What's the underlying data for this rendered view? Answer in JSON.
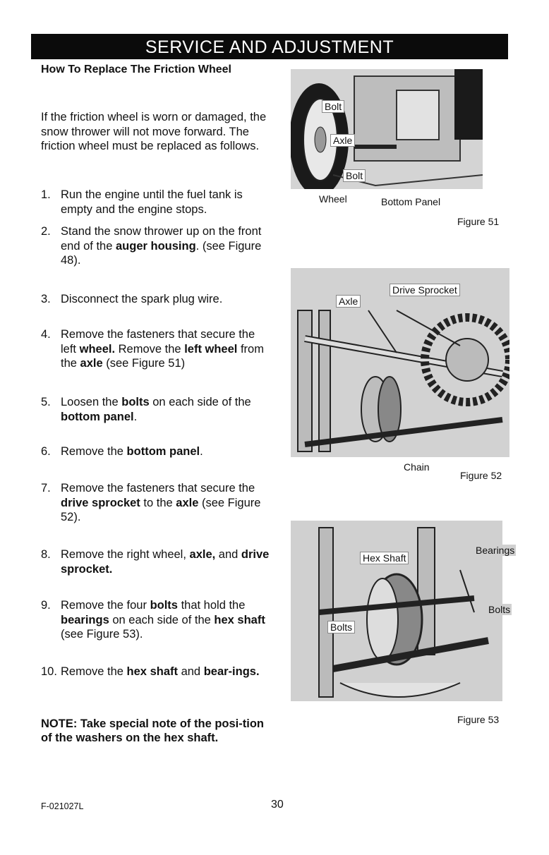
{
  "banner": "SERVICE AND ADJUSTMENT",
  "subhead": "How To Replace The Friction Wheel",
  "intro": "If the friction wheel is worn or damaged, the snow thrower will not move forward. The friction wheel  must be replaced as follows.",
  "steps": [
    {
      "num": "1.",
      "parts": [
        "Run the engine until the fuel tank is empty and the engine stops."
      ]
    },
    {
      "num": "2.",
      "parts": [
        "Stand the snow thrower up on the front end of the ",
        "auger housing",
        ". (see Figure 48)."
      ]
    },
    {
      "num": "3.",
      "parts": [
        "Disconnect the spark plug wire."
      ]
    },
    {
      "num": "4.",
      "parts": [
        "Remove the fasteners that secure the left ",
        "wheel.",
        " Remove the ",
        "left wheel",
        " from the ",
        "axle",
        " (see Figure 51)"
      ]
    },
    {
      "num": "5.",
      "parts": [
        "Loosen the ",
        "bolts",
        " on each side of the ",
        "bottom panel",
        "."
      ]
    },
    {
      "num": "6.",
      "parts": [
        "Remove the ",
        "bottom panel",
        "."
      ]
    },
    {
      "num": "7.",
      "parts": [
        "Remove the fasteners that secure the ",
        "drive sprocket",
        " to the ",
        "axle",
        " (see Figure 52)."
      ]
    },
    {
      "num": "8.",
      "parts": [
        "Remove the right wheel, ",
        "axle,",
        " and ",
        "drive sprocket."
      ]
    },
    {
      "num": "9.",
      "parts": [
        "Remove the four ",
        "bolts",
        " that hold the ",
        "bearings",
        " on each side of the ",
        "hex shaft",
        " (see Figure 53)."
      ]
    },
    {
      "num": "10.",
      "parts": [
        "Remove the ",
        "hex shaft",
        " and ",
        "bear-ings."
      ]
    }
  ],
  "note": "NOTE: Take special note of the posi-tion of the washers on the hex shaft.",
  "figure51": {
    "caption": "Figure 51",
    "callouts": {
      "bolt_top": "Bolt",
      "axle": "Axle",
      "bolt_bottom": "Bolt"
    },
    "labels": {
      "wheel": "Wheel",
      "bottom_panel": "Bottom Panel"
    }
  },
  "figure52": {
    "caption": "Figure 52",
    "callouts": {
      "axle": "Axle",
      "drive_sprocket": "Drive Sprocket"
    },
    "labels": {
      "chain": "Chain"
    }
  },
  "figure53": {
    "caption": "Figure 53",
    "callouts": {
      "hex_shaft": "Hex Shaft",
      "bolts_left": "Bolts"
    },
    "labels": {
      "bearings": "Bearings",
      "bolts_right": "Bolts"
    }
  },
  "footer": {
    "code": "F-021027L",
    "page": "30"
  }
}
